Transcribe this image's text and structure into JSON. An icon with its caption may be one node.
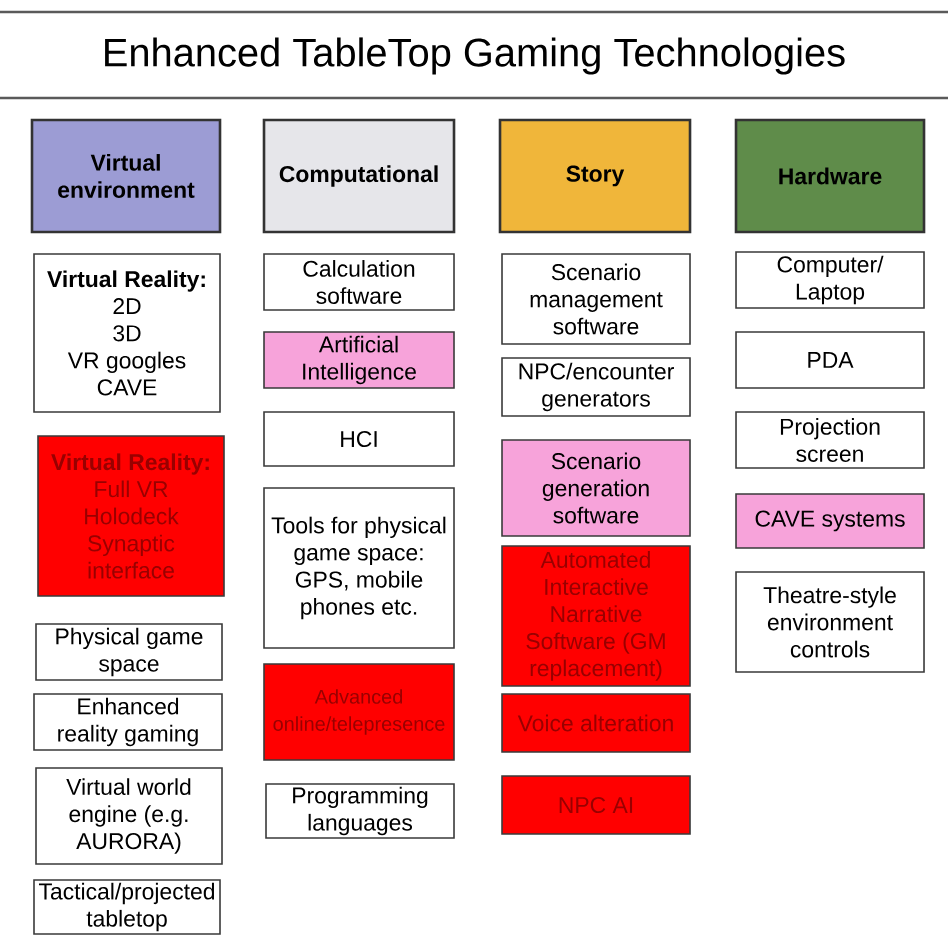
{
  "diagram": {
    "title": "Enhanced TableTop Gaming Technologies",
    "nodes": [
      {
        "text": [
          "Virtual environment"
        ]
      },
      {
        "text": [
          "Computational"
        ]
      },
      {
        "text": [
          "Story"
        ]
      },
      {
        "text": [
          "Hardware"
        ]
      },
      {
        "text": [
          "Virtual Reality:",
          "2D",
          "3D",
          "VR googles",
          "CAVE"
        ]
      },
      {
        "text": [
          "Virtual Reality:",
          "Full VR",
          "Holodeck",
          "Synaptic interface"
        ]
      },
      {
        "text": [
          "Physical game space"
        ]
      },
      {
        "text": [
          "Enhanced reality gaming"
        ]
      },
      {
        "text": [
          "Virtual world engine (e.g. AURORA)"
        ]
      },
      {
        "text": [
          "Tactical/projected tabletop"
        ]
      },
      {
        "text": [
          "Calculation software"
        ]
      },
      {
        "text": [
          "Artificial Intelligence"
        ]
      },
      {
        "text": [
          "HCI"
        ]
      },
      {
        "text": [
          "Tools for physical game space: GPS, mobile phones etc."
        ]
      },
      {
        "text": [
          "Advanced online/telepresence"
        ]
      },
      {
        "text": [
          "Programming languages"
        ]
      },
      {
        "text": [
          "Scenario management software"
        ]
      },
      {
        "text": [
          "NPC/encounter generators"
        ]
      },
      {
        "text": [
          "Scenario generation software"
        ]
      },
      {
        "text": [
          "Automated Interactive Narrative Software (GM replacement)"
        ]
      },
      {
        "text": [
          "Voice alteration"
        ]
      },
      {
        "text": [
          "NPC AI"
        ]
      },
      {
        "text": [
          "Computer/ Laptop"
        ]
      },
      {
        "text": [
          "PDA"
        ]
      },
      {
        "text": [
          "Projection screen"
        ]
      },
      {
        "text": [
          "CAVE systems"
        ]
      },
      {
        "text": [
          "Theatre-style environment controls"
        ]
      }
    ]
  }
}
